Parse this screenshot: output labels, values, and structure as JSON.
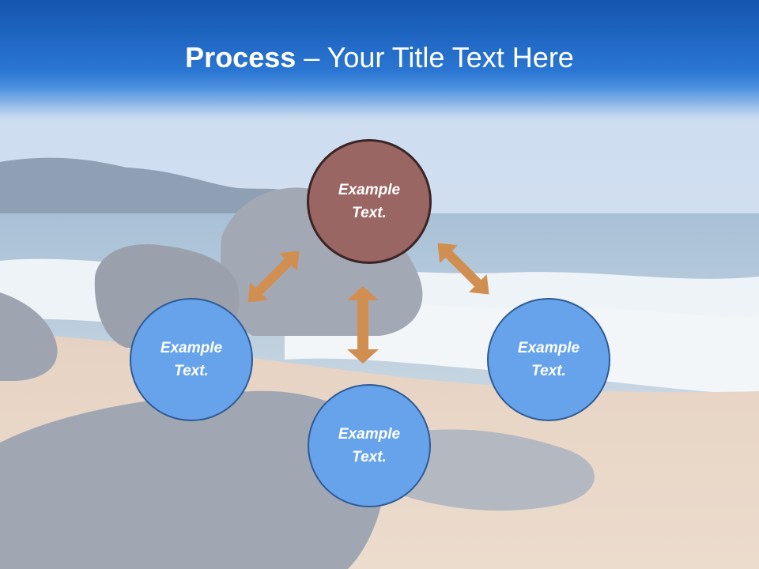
{
  "title": {
    "bold": "Process",
    "rest": " – Your Title Text Here"
  },
  "nodes": {
    "top": "Example Text.",
    "left": "Example Text.",
    "right": "Example Text.",
    "bottom": "Example Text."
  },
  "colors": {
    "title_bar": "#1456b0",
    "center_node": "#9a6663",
    "outer_node": "#66a3ea",
    "arrow": "#d08f50"
  }
}
